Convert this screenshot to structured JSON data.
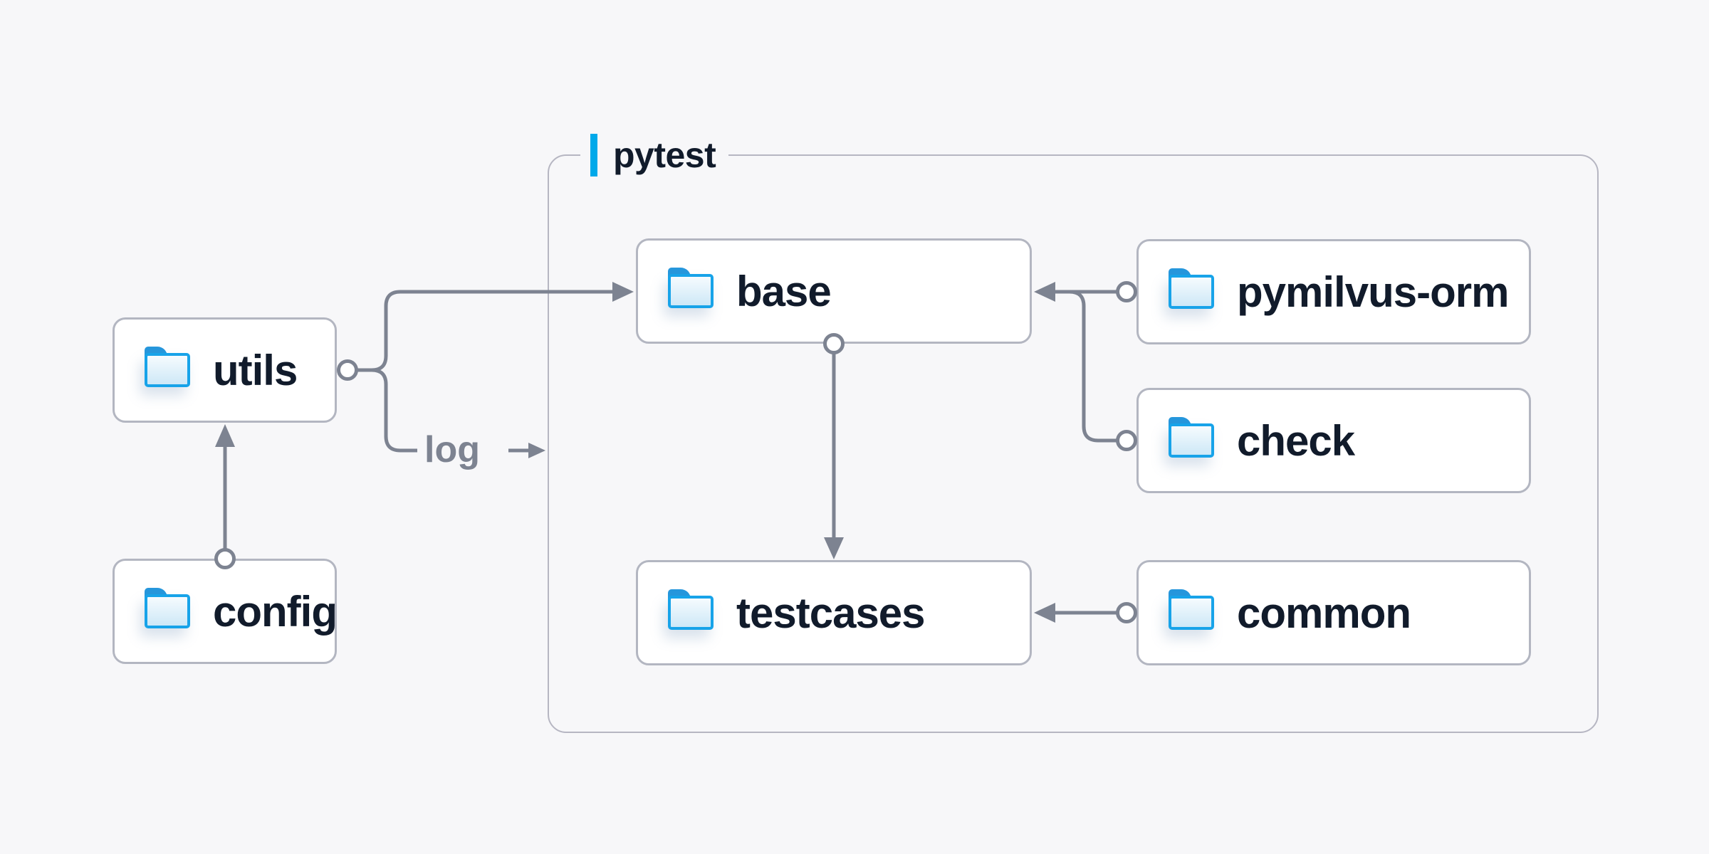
{
  "diagram": {
    "group": {
      "label": "pytest"
    },
    "nodes": [
      {
        "id": "utils",
        "label": "utils",
        "icon": "folder-icon"
      },
      {
        "id": "config",
        "label": "config",
        "icon": "folder-icon"
      },
      {
        "id": "base",
        "label": "base",
        "icon": "folder-icon"
      },
      {
        "id": "pymilvus-orm",
        "label": "pymilvus-orm",
        "icon": "folder-icon"
      },
      {
        "id": "check",
        "label": "check",
        "icon": "folder-icon"
      },
      {
        "id": "testcases",
        "label": "testcases",
        "icon": "folder-icon"
      },
      {
        "id": "common",
        "label": "common",
        "icon": "folder-icon"
      }
    ],
    "edges": [
      {
        "from": "config",
        "to": "utils"
      },
      {
        "from": "utils",
        "to": "base"
      },
      {
        "from": "utils",
        "to": "pytest-group",
        "label": "log"
      },
      {
        "from": "pymilvus-orm",
        "to": "base"
      },
      {
        "from": "check",
        "to": "base"
      },
      {
        "from": "base",
        "to": "testcases"
      },
      {
        "from": "common",
        "to": "testcases"
      }
    ],
    "edge_label_log": "log",
    "colors": {
      "background": "#f7f7f9",
      "node_fill": "#ffffff",
      "node_border": "#b3b6c1",
      "group_border": "#b6b6c2",
      "connector": "#7d8391",
      "text": "#111b2b",
      "accent_cyan": "#00a9ea",
      "folder_blue": "#17a3e9",
      "folder_tab_blue": "#2697dc",
      "log_text": "#7d8391"
    }
  }
}
